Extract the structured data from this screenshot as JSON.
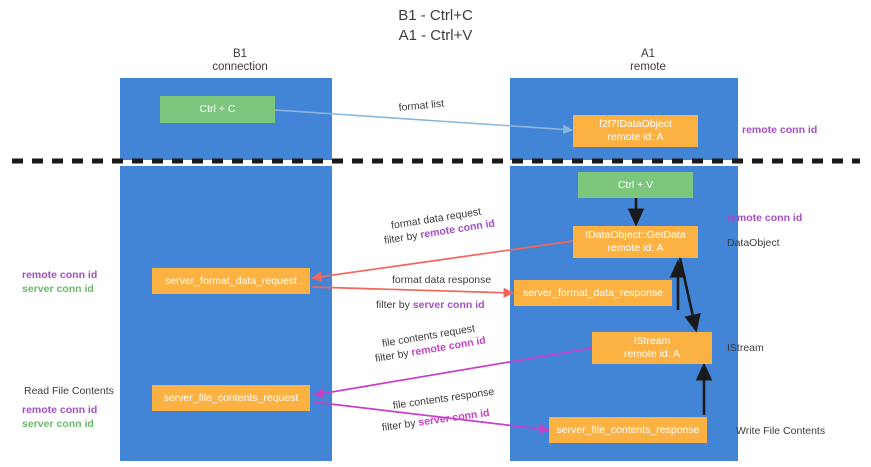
{
  "title": "B1 - Ctrl+C\nA1 - Ctrl+V",
  "columns": [
    {
      "name": "col-b1",
      "text": "B1\nconnection"
    },
    {
      "name": "col-a1",
      "text": "A1\nremote"
    }
  ],
  "nodes": {
    "ctrl_c": "Ctrl + C",
    "ctrl_v": "Ctrl + V",
    "data_object_top": "f2f7IDataObject\nremote id: A",
    "get_data": "IDataObject::GetData\nremote id: A",
    "istream": "IStream\nremote id: A",
    "server_format_data_request": "server_format_data_request",
    "server_format_data_response": "server_format_data_response",
    "server_file_contents_request": "server_file_contents_request",
    "server_file_contents_response": "server_file_contents_response"
  },
  "edge_labels": {
    "format_list": "format list",
    "format_data_request": "format data request",
    "format_data_request_filter_prefix": "filter by ",
    "format_data_request_filter_key": "remote conn id",
    "format_data_response": "format data response",
    "format_data_response_filter_prefix": "filter by ",
    "format_data_response_filter_key": "server conn id",
    "file_contents_request": "file contents request",
    "file_contents_request_filter_prefix": "filter by ",
    "file_contents_request_filter_key": "remote conn id",
    "file_contents_response": "file contents response",
    "file_contents_response_filter_prefix": "filter by ",
    "file_contents_response_filter_key": "server conn id"
  },
  "side_labels": {
    "left_remote_conn_id": "remote conn id",
    "left_server_conn_id": "server conn id",
    "read_file_contents": "Read File Contents",
    "left_remote_conn_id_2": "remote conn id",
    "left_server_conn_id_2": "server conn id",
    "right_remote_conn_id_top": "remote conn id",
    "right_remote_conn_id_mid": "remote conn id",
    "data_object": "DataObject",
    "istream": "IStream",
    "write_file_contents": "Write File Contents"
  },
  "colors": {
    "lane": "#4285d6",
    "green_node": "#7dc67d",
    "orange_node": "#fbb243",
    "purple": "#a34fc4",
    "magenta": "#c740c7",
    "green_text": "#6aba6a",
    "blue_arrow": "#8ab6e0",
    "red_arrow": "#f4665c",
    "magenta_arrow": "#c740c7",
    "black_arrow": "#1a1a1a",
    "divider": "#1a1a1a",
    "background": "#ffffff",
    "text": "#3c3c3c"
  }
}
